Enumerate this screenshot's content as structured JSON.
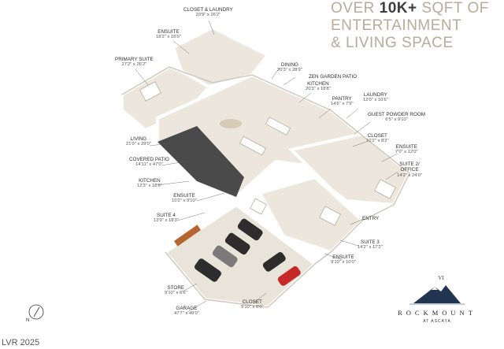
{
  "headline": {
    "line1_pre": "OVER ",
    "line1_bold": "10K+",
    "line1_post": " SQFT OF",
    "line2": "ENTERTAINMENT",
    "line3": "& LIVING SPACE"
  },
  "rooms": [
    {
      "name": "CLOSET & LAUNDRY",
      "dim": "20'9\" x 26'2\""
    },
    {
      "name": "ENSUITE",
      "dim": "18'2\" x 15'0\""
    },
    {
      "name": "PRIMARY SUITE",
      "dim": "27'2\" x 26'2\""
    },
    {
      "name": "DINING",
      "dim": "20'3\" x 28'9\""
    },
    {
      "name": "ZEN GARDEN PATIO",
      "dim": ""
    },
    {
      "name": "KITCHEN",
      "dim": "20'3\" x 18'8\""
    },
    {
      "name": "PANTRY",
      "dim": "14'6\" x 7'9\""
    },
    {
      "name": "LAUNDRY",
      "dim": "12'0\" x 10'6\""
    },
    {
      "name": "GUEST POWDER ROOM",
      "dim": "6'5\" x 9'10\""
    },
    {
      "name": "CLOSET",
      "dim": "10'2\" x 8'2\""
    },
    {
      "name": "ENSUITE",
      "dim": "7'0\" x 12'0\""
    },
    {
      "name": "SUITE 2/ OFFICE",
      "dim": "14'2\" x 24'0\""
    },
    {
      "name": "LIVING",
      "dim": "21'0\" x 29'0\""
    },
    {
      "name": "COVERED PATIO",
      "dim": "14'11\" x 47'0\""
    },
    {
      "name": "KITCHEN",
      "dim": "12'3\" x 18'6\""
    },
    {
      "name": "ENSUITE",
      "dim": "10'2\" x 9'10\""
    },
    {
      "name": "SUITE 4",
      "dim": "13'9\" x 18'3\""
    },
    {
      "name": "ENTRY",
      "dim": ""
    },
    {
      "name": "SUITE 3",
      "dim": "14'2\" x 17'2\""
    },
    {
      "name": "ENSUITE",
      "dim": "9'10\" x 10'0\""
    },
    {
      "name": "STORE",
      "dim": "9'10\" x 6'6\""
    },
    {
      "name": "GARAGE",
      "dim": "47'7\" x 49'0\""
    },
    {
      "name": "CLOSET",
      "dim": "9'10\" x 6'0\""
    }
  ],
  "brand": {
    "vi": "VI",
    "name": "ROCKMOUNT",
    "sub": "AT ASCAYA"
  },
  "compass": {
    "label": "N"
  },
  "watermark": "LVR 2025",
  "colors": {
    "floor": "#ece6dd",
    "wall": "#ffffff",
    "patio": "#4a4a4a",
    "accent": "#b9aa99",
    "mountain": "#1f3550"
  }
}
